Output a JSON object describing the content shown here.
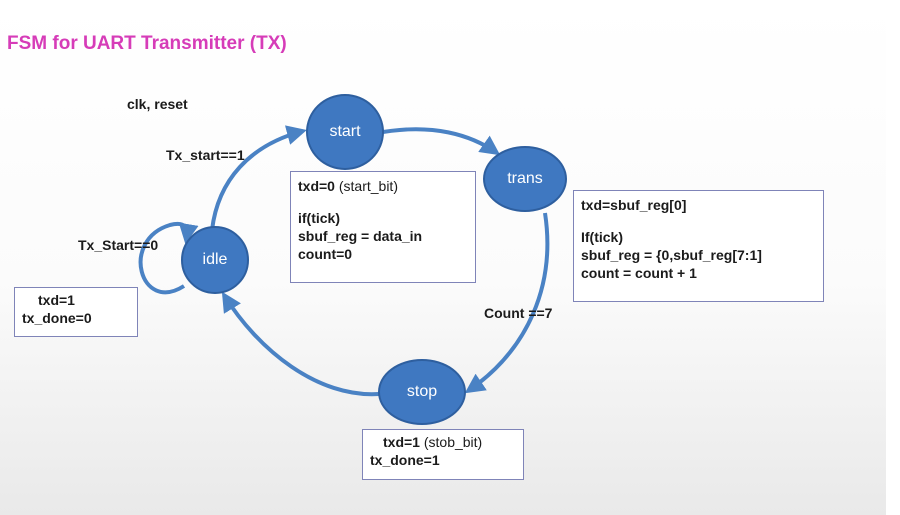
{
  "title": "FSM for UART Transmitter (TX)",
  "inputs_label": "clk, reset",
  "states": {
    "idle": "idle",
    "start": "start",
    "trans": "trans",
    "stop": "stop"
  },
  "transitions": {
    "idle_self": "Tx_Start==0",
    "idle_to_start": "Tx_start==1",
    "trans_to_stop": "Count ==7"
  },
  "boxes": {
    "idle": {
      "l1": "txd=1",
      "l2": "tx_done=0"
    },
    "start": {
      "l1": "txd=0",
      "l1_note": "(start_bit)",
      "l2": "if(tick)",
      "l3": "sbuf_reg = data_in",
      "l4": "count=0"
    },
    "trans": {
      "l1": "txd=sbuf_reg[0]",
      "l2": "If(tick)",
      "l3": "sbuf_reg = {0,sbuf_reg[7:1]",
      "l4": "count = count + 1"
    },
    "stop": {
      "l1": "txd=1",
      "l1_note": "(stob_bit)",
      "l2": "tx_done=1"
    }
  },
  "colors": {
    "title": "#d63cb8",
    "state_fill": "#3f78c1",
    "arrow": "#4a82c4",
    "box_border": "#7f84b8"
  }
}
